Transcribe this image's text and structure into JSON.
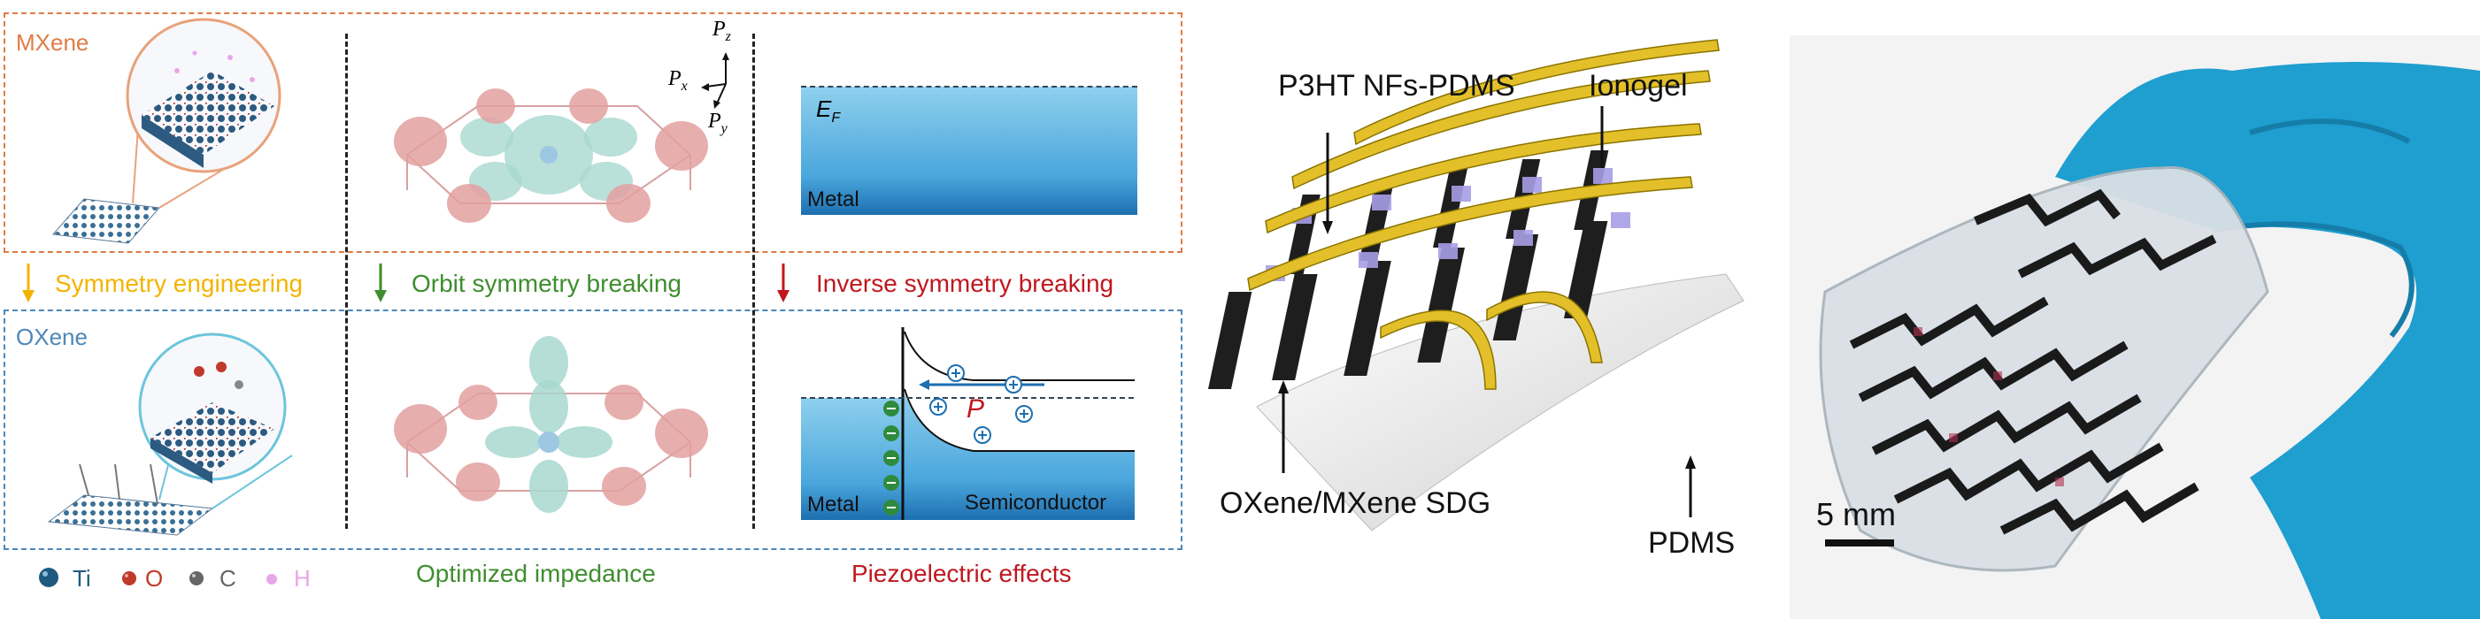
{
  "colors": {
    "mxene": "#E07B45",
    "oxene": "#4F87B8",
    "yellow": "#F2B400",
    "green": "#3E8E2E",
    "red": "#C0171E",
    "black": "#111111",
    "ti": "#1d5a7e",
    "o": "#c0392b",
    "c": "#666666",
    "h": "#e8a6e8"
  },
  "panel_a": {
    "mxene_label": "MXene",
    "oxene_label": "OXene",
    "arrow_symmetry": "Symmetry engineering",
    "arrow_orbit": "Orbit symmetry breaking",
    "arrow_inverse": "Inverse symmetry breaking",
    "axis_pz": "P",
    "axis_pz_sub": "z",
    "axis_px": "P",
    "axis_px_sub": "x",
    "axis_py": "P",
    "axis_py_sub": "y",
    "ef_label": "E",
    "ef_sub": "F",
    "metal_top": "Metal",
    "metal_bottom": "Metal",
    "semiconductor": "Semiconductor",
    "polarization": "P",
    "legend": [
      {
        "icon": "ti-atom-icon",
        "label": "Ti"
      },
      {
        "icon": "o-atom-icon",
        "label": "O"
      },
      {
        "icon": "c-atom-icon",
        "label": "C"
      },
      {
        "icon": "h-atom-icon",
        "label": "H"
      }
    ],
    "caption_impedance": "Optimized impedance",
    "caption_piezo": "Piezoelectric effects"
  },
  "panel_b": {
    "label_p3ht": "P3HT NFs-PDMS",
    "label_ionogel": "Ionogel",
    "label_sdg": "OXene/MXene SDG",
    "label_pdms": "PDMS"
  },
  "panel_c": {
    "scale_label": "5 mm"
  }
}
